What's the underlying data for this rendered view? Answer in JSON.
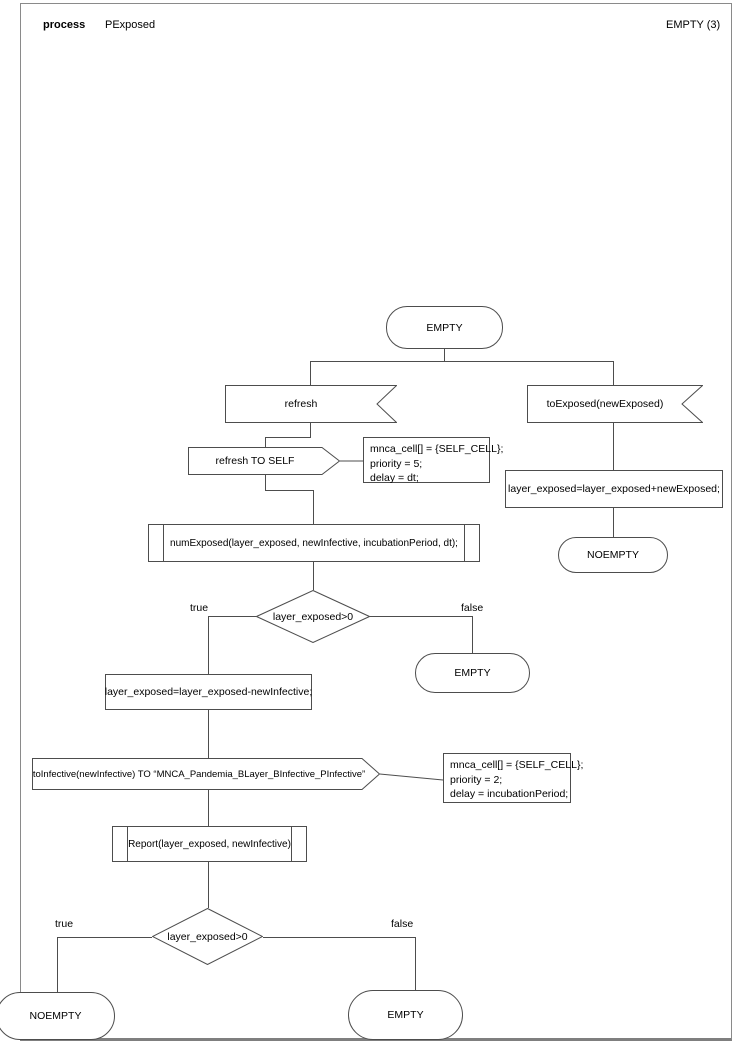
{
  "header": {
    "kind_label": "process",
    "process_name": "PExposed",
    "page_ref": "EMPTY (3)"
  },
  "nodes": {
    "start_state": "EMPTY",
    "receive_refresh": "refresh",
    "receive_to_exposed": "toExposed(newExposed)",
    "send_refresh_self": "refresh TO SELF",
    "comment1": {
      "line1": "mnca_cell[] = {SELF_CELL};",
      "line2": "priority = 5;",
      "line3": "delay = dt;"
    },
    "task_add_exposed": "layer_exposed=layer_exposed+newExposed;",
    "state_noempty_right": "NOEMPTY",
    "proc_num_exposed": "numExposed(layer_exposed, newInfective, incubationPeriod, dt);",
    "decision1": "layer_exposed>0",
    "label_true1": "true",
    "label_false1": "false",
    "state_empty_mid": "EMPTY",
    "task_sub_infective": "layer_exposed=layer_exposed-newInfective;",
    "send_to_infective": "toInfective(newInfective) TO “MNCA_Pandemia_BLayer_BInfective_PInfective”",
    "comment2": {
      "line1": "mnca_cell[] = {SELF_CELL};",
      "line2": "priority = 2;",
      "line3": "delay = incubationPeriod;"
    },
    "proc_report": "Report(layer_exposed, newInfective)",
    "decision2": "layer_exposed>0",
    "label_true2": "true",
    "label_false2": "false",
    "state_noempty_bottom": "NOEMPTY",
    "state_empty_bottom": "EMPTY"
  },
  "colors": {
    "stroke": "#4d4d4d",
    "page_border": "#7f7f7f",
    "text": "#000000",
    "fill": "#ffffff"
  }
}
